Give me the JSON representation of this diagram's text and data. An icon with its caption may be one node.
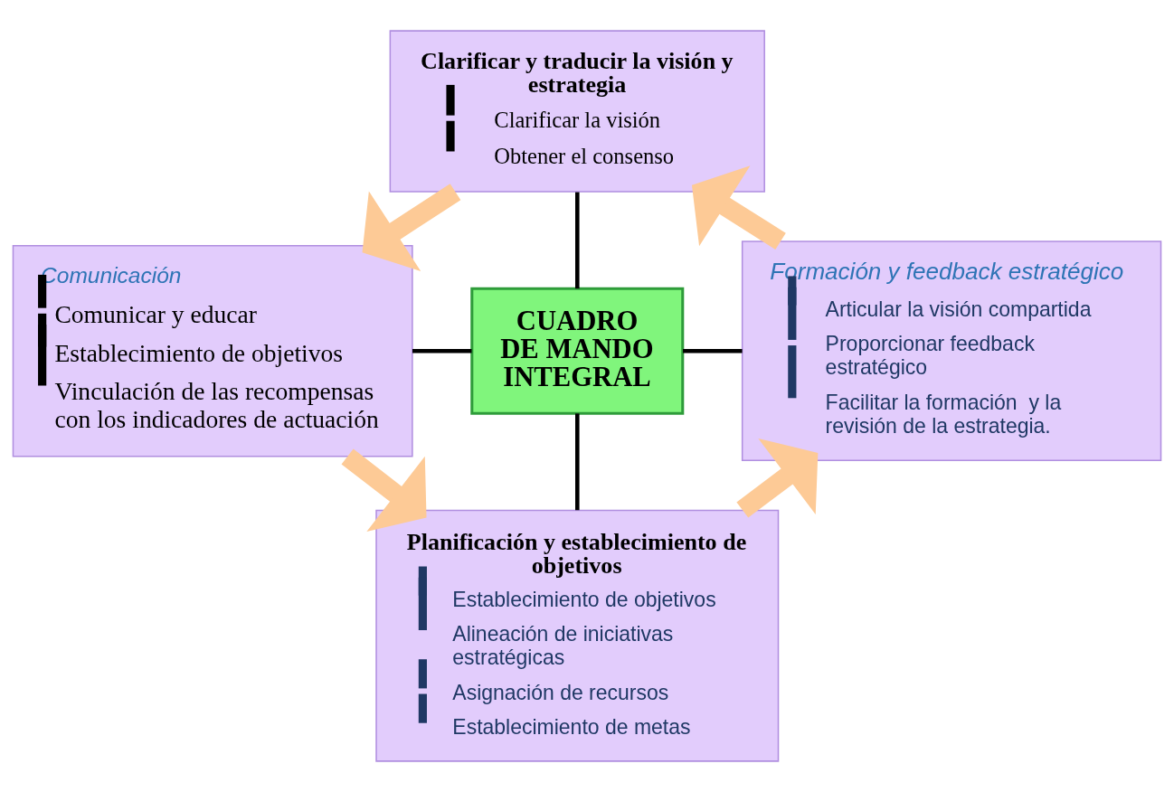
{
  "diagram": {
    "nodes": [
      {
        "text": [
          "Clarificar y traducir la visión y estrategia",
          "Clarificar la visión",
          "Obtener el consenso"
        ]
      },
      {
        "text": [
          "Comunicación",
          "Comunicar y educar",
          "Establecimiento de objetivos",
          "Vinculación de las recompensas con los indicadores de actuación"
        ]
      },
      {
        "text": [
          "CUADRO DE MANDO INTEGRAL"
        ]
      },
      {
        "text": [
          "Formación y feedback estratégico",
          "Articular la visión compartida",
          "Proporcionar feedback estratégico",
          "Facilitar la formación  y la revisión de la estrategia."
        ]
      },
      {
        "text": [
          "Planificación y establecimiento de objetivos",
          "Establecimiento de objetivos",
          "Alineación de iniciativas estratégicas",
          "Asignación de recursos",
          "Establecimiento de metas"
        ]
      }
    ],
    "edges": [
      {
        "from": 0,
        "to": 2,
        "arrow": "none"
      },
      {
        "from": 1,
        "to": 2,
        "arrow": "none"
      },
      {
        "from": 2,
        "to": 3,
        "arrow": "none"
      },
      {
        "from": 2,
        "to": 4,
        "arrow": "none"
      },
      {
        "from": 0,
        "to": 1,
        "arrow": "to",
        "style": "thick",
        "color": "#fdca96"
      },
      {
        "from": 1,
        "to": 4,
        "arrow": "to",
        "style": "thick",
        "color": "#fdca96"
      },
      {
        "from": 4,
        "to": 3,
        "arrow": "to",
        "style": "thick",
        "color": "#fdca96"
      },
      {
        "from": 3,
        "to": 0,
        "arrow": "to",
        "style": "thick",
        "color": "#fdca96"
      }
    ]
  }
}
